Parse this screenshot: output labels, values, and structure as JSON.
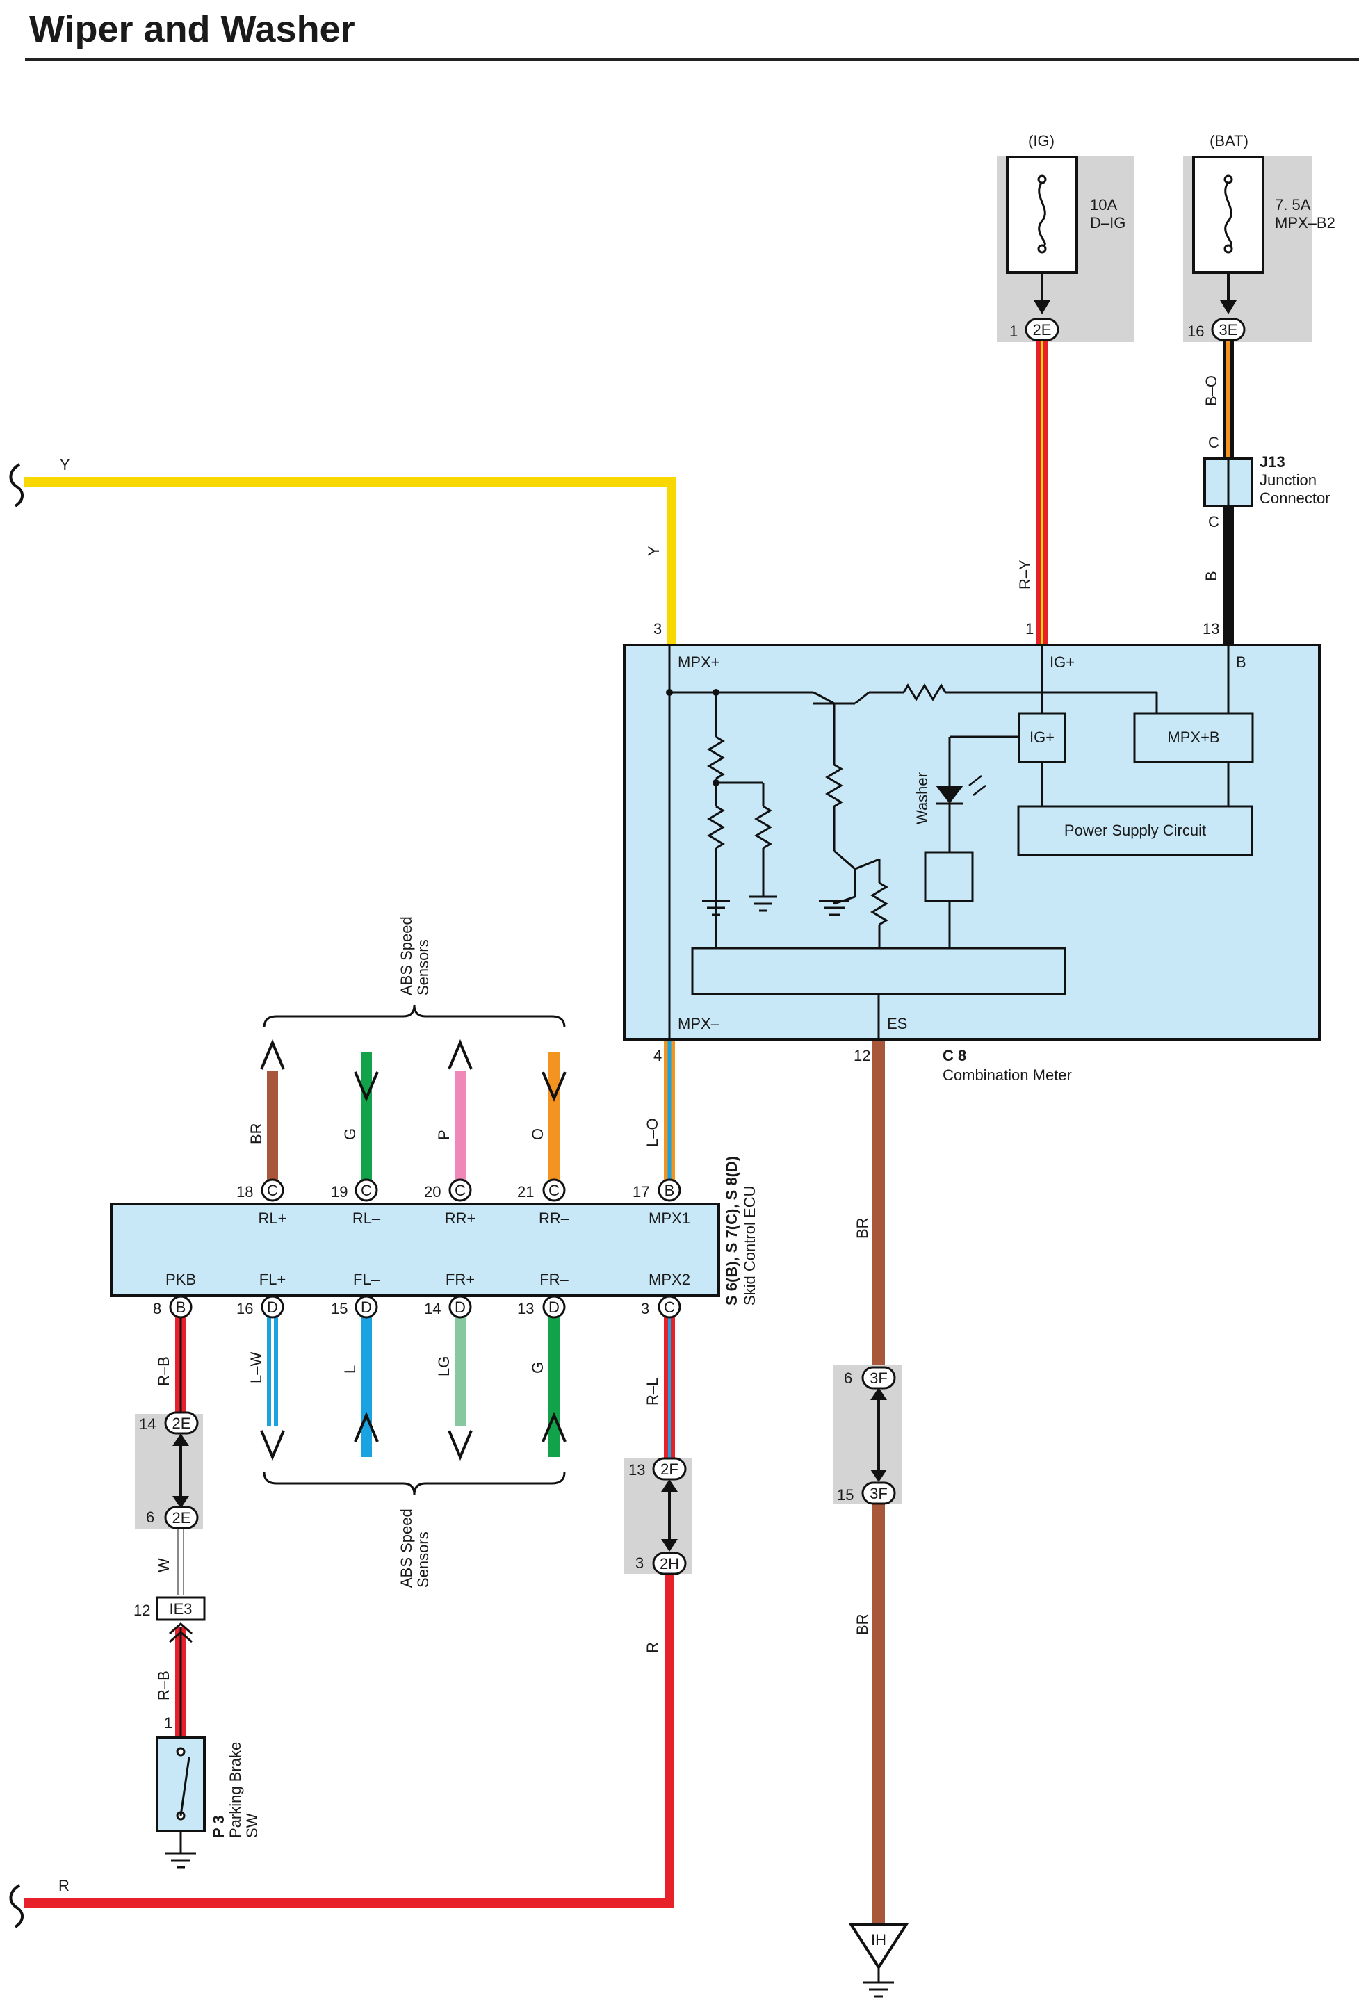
{
  "title": "Wiper and Washer",
  "colors": {
    "yellow": "#f8d800",
    "red": "#e8202a",
    "brown": "#a8573a",
    "green": "#12a24a",
    "pink": "#ef88b8",
    "orange": "#f39420",
    "blue": "#1aa3e0",
    "lightgreen": "#88c8a0",
    "black": "#111111",
    "panel": "#c8e8f8",
    "fusebox": "#d4d4d4"
  },
  "fuses": {
    "ig": {
      "source": "(IG)",
      "rating": "10A",
      "name": "D–IG",
      "pin": "1",
      "connector": "2E"
    },
    "bat": {
      "source": "(BAT)",
      "rating": "7. 5A",
      "name": "MPX–B2",
      "pin": "16",
      "connector": "3E"
    }
  },
  "junction": {
    "id": "J13",
    "line1": "Junction",
    "line2": "Connector",
    "top_pin": "C",
    "bottom_pin": "C"
  },
  "wires": {
    "y_left": "Y",
    "y_vert": "Y",
    "ry": "R–Y",
    "bo": "B–O",
    "b": "B",
    "lo": "L–O",
    "br_meter": "BR",
    "br_lower": "BR",
    "rl": "R–L",
    "r": "R",
    "r_left": "R",
    "rb_upper": "R–B",
    "w": "W",
    "rb_lower": "R–B",
    "abs_top": [
      "BR",
      "G",
      "P",
      "O"
    ],
    "abs_bottom": [
      "L–W",
      "L",
      "LG",
      "G"
    ]
  },
  "meter": {
    "id": "C 8",
    "name": "Combination Meter",
    "mpx_plus": "MPX+",
    "ig_plus": "IG+",
    "b": "B",
    "mpx_minus": "MPX–",
    "es": "ES",
    "ig_box": "IG+",
    "mpxb_box": "MPX+B",
    "power_supply": "Power Supply Circuit",
    "washer": "Washer",
    "pin_mpx_plus": "3",
    "pin_ig": "1",
    "pin_b": "13",
    "pin_mpx_minus": "4",
    "pin_es": "12"
  },
  "ecu": {
    "id": "S 6(B), S 7(C), S 8(D)",
    "name": "Skid Control ECU",
    "top_pins": [
      {
        "num": "18",
        "conn": "C",
        "label": "RL+"
      },
      {
        "num": "19",
        "conn": "C",
        "label": "RL–"
      },
      {
        "num": "20",
        "conn": "C",
        "label": "RR+"
      },
      {
        "num": "21",
        "conn": "C",
        "label": "RR–"
      },
      {
        "num": "17",
        "conn": "B",
        "label": "MPX1"
      }
    ],
    "bottom_pins": [
      {
        "num": "8",
        "conn": "B",
        "label": "PKB"
      },
      {
        "num": "16",
        "conn": "D",
        "label": "FL+"
      },
      {
        "num": "15",
        "conn": "D",
        "label": "FL–"
      },
      {
        "num": "14",
        "conn": "D",
        "label": "FR+"
      },
      {
        "num": "13",
        "conn": "D",
        "label": "FR–"
      },
      {
        "num": "3",
        "conn": "C",
        "label": "MPX2"
      }
    ]
  },
  "abs_sensors": {
    "line1": "ABS Speed",
    "line2": "Sensors"
  },
  "connectors": {
    "left_top": {
      "pin": "14",
      "conn": "2E"
    },
    "left_bottom": {
      "pin": "6",
      "conn": "2E"
    },
    "mid_top": {
      "pin": "13",
      "conn": "2F"
    },
    "mid_bottom": {
      "pin": "3",
      "conn": "2H"
    },
    "right_top": {
      "pin": "6",
      "conn": "3F"
    },
    "right_bottom": {
      "pin": "15",
      "conn": "3F"
    },
    "ie3": {
      "pin": "12",
      "conn": "IE3"
    },
    "pkb_pin": "1"
  },
  "parking": {
    "id": "P 3",
    "line1": "Parking Brake",
    "line2": "SW"
  },
  "ground": {
    "ih": "IH"
  }
}
